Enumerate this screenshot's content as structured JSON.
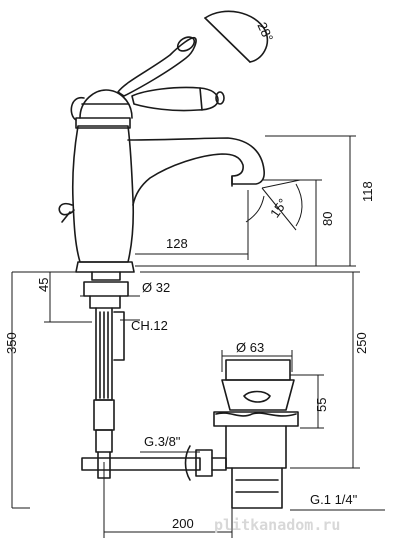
{
  "dimensions": {
    "handle_angle": "28°",
    "spout_angle": "15°",
    "total_height": "118",
    "spout_height": "80",
    "spout_reach": "128",
    "base_height": "45",
    "base_diameter": "Ø 32",
    "nut_size": "CH.12",
    "total_length": "350",
    "drain_length": "250",
    "drain_diameter": "Ø 63",
    "drain_height": "55",
    "inlet_thread": "G.3/8\"",
    "drain_thread": "G.1 1/4\"",
    "width": "200"
  },
  "watermark": "plitkanadom.ru",
  "colors": {
    "line": "#1a1a1a",
    "watermark": "#d8d8d8"
  }
}
